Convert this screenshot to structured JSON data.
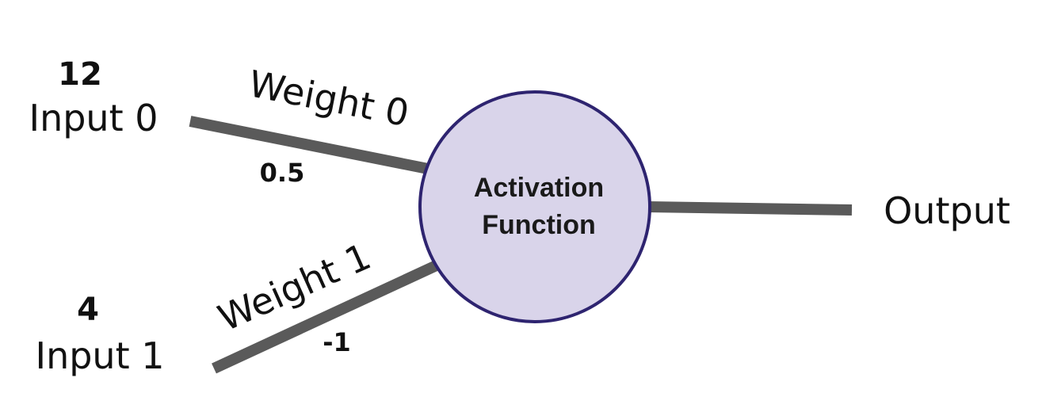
{
  "diagram": {
    "inputs": [
      {
        "value": "12",
        "label": "Input 0"
      },
      {
        "value": "4",
        "label": "Input 1"
      }
    ],
    "weights": [
      {
        "label": "Weight 0",
        "value": "0.5"
      },
      {
        "label": "Weight 1",
        "value": "-1"
      }
    ],
    "neuron": {
      "line1": "Activation",
      "line2": "Function"
    },
    "output": {
      "label": "Output"
    },
    "colors": {
      "connection": "#5a5a5a",
      "neuron_fill": "#d9d4ea",
      "neuron_stroke": "#2e2470",
      "text": "#111111"
    }
  }
}
